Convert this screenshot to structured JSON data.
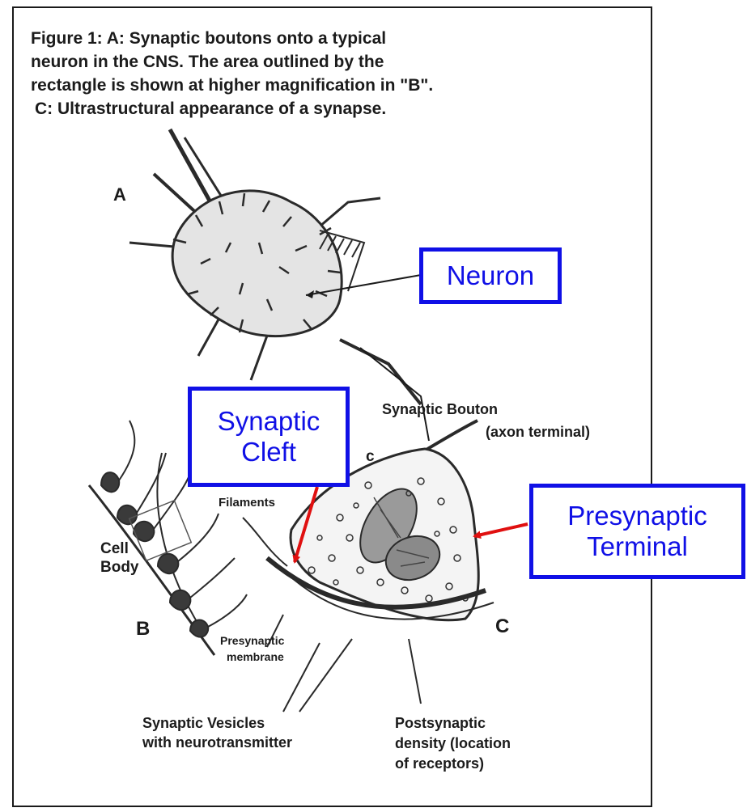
{
  "caption": {
    "line1": "Figure 1: A: Synaptic boutons onto a typical",
    "line2": "neuron in the CNS.  The area outlined by the",
    "line3": "rectangle is shown at higher magnification in \"B\".",
    "line4": "C: Ultrastructural appearance of a synapse."
  },
  "panels": {
    "a": "A",
    "b": "B",
    "c": "C",
    "c_small": "c"
  },
  "labels": {
    "synaptic_bouton_1": "Synaptic Bouton",
    "synaptic_bouton_2": "(axon terminal)",
    "filaments": "Filaments",
    "cell_body_1": "Cell",
    "cell_body_2": "Body",
    "presynaptic_membrane_1": "Presynaptic",
    "presynaptic_membrane_2": "membrane",
    "vesicles_1": "Synaptic Vesicles",
    "vesicles_2": "with neurotransmitter",
    "density_1": "Postsynaptic",
    "density_2": "density (location",
    "density_3": "of receptors)"
  },
  "callouts": {
    "neuron": "Neuron",
    "cleft_1": "Synaptic",
    "cleft_2": "Cleft",
    "presynaptic_1": "Presynaptic",
    "presynaptic_2": "Terminal"
  },
  "colors": {
    "callout_border": "#1010e6",
    "callout_text": "#1010e6",
    "arrow": "#e01010",
    "ink": "#1b1b1b"
  }
}
